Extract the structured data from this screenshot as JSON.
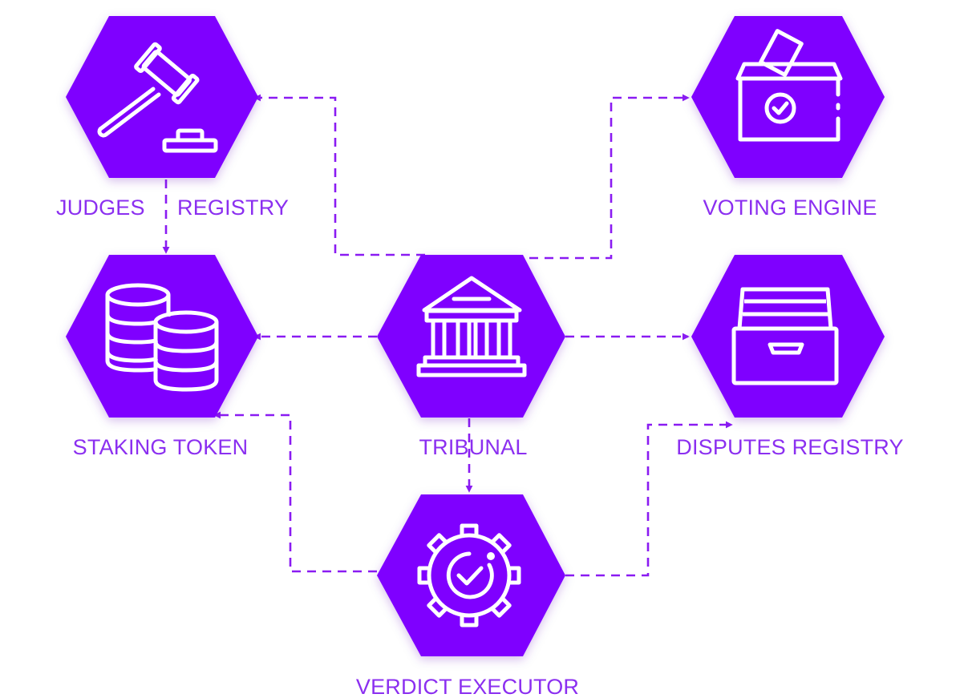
{
  "colors": {
    "hex_fill": "#7f00ff",
    "icon_stroke": "#ffffff",
    "connector": "#8a1bf2",
    "label": "#8b2ff0"
  },
  "nodes": {
    "judges": {
      "label_left": "JUDGES",
      "label_right": "REGISTRY",
      "icon": "gavel-icon"
    },
    "voting": {
      "label": "VOTING ENGINE",
      "icon": "ballot-box-icon"
    },
    "staking": {
      "label": "STAKING TOKEN",
      "icon": "coin-stacks-icon"
    },
    "tribunal": {
      "label": "TRIBUNAL",
      "icon": "courthouse-icon"
    },
    "disputes": {
      "label": "DISPUTES REGISTRY",
      "icon": "file-drawer-icon"
    },
    "verdict": {
      "label": "VERDICT EXECUTOR",
      "icon": "gear-check-icon"
    }
  }
}
